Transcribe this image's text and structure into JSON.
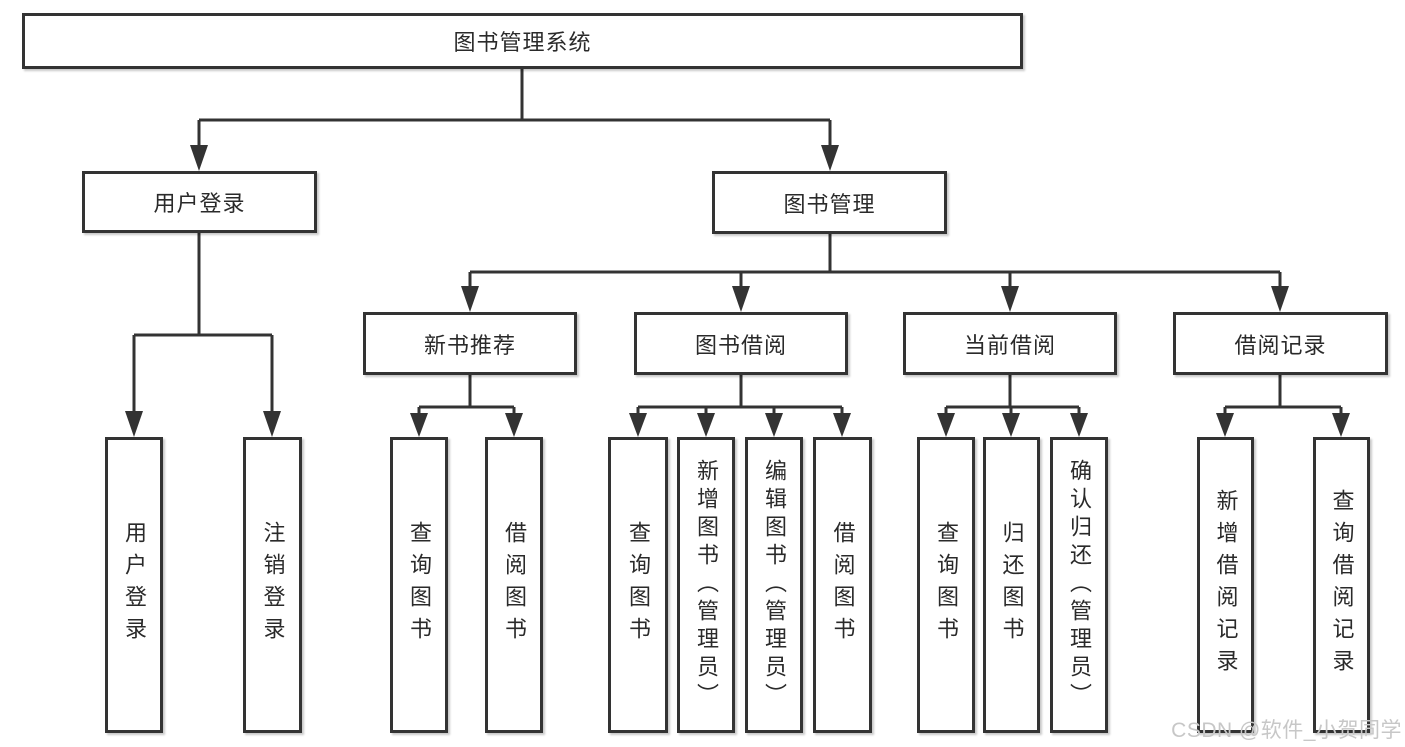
{
  "diagram": {
    "root": "图书管理系统",
    "tree": [
      {
        "label": "用户登录",
        "children": [
          "用户登录",
          "注销登录"
        ]
      },
      {
        "label": "图书管理",
        "children": [
          {
            "label": "新书推荐",
            "children": [
              "查询图书",
              "借阅图书"
            ]
          },
          {
            "label": "图书借阅",
            "children": [
              "查询图书",
              "新增图书（管理员）",
              "编辑图书（管理员）",
              "借阅图书"
            ]
          },
          {
            "label": "当前借阅",
            "children": [
              "查询图书",
              "归还图书",
              "确认归还（管理员）"
            ]
          },
          {
            "label": "借阅记录",
            "children": [
              "新增借阅记录",
              "查询借阅记录"
            ]
          }
        ]
      }
    ]
  },
  "watermark": "CSDN @软件_小贺同学",
  "colors": {
    "line": "#333333",
    "text": "#2a2a2a",
    "box_background": "#ffffff",
    "page_background": "#ffffff",
    "watermark": "#c7c7c7"
  }
}
